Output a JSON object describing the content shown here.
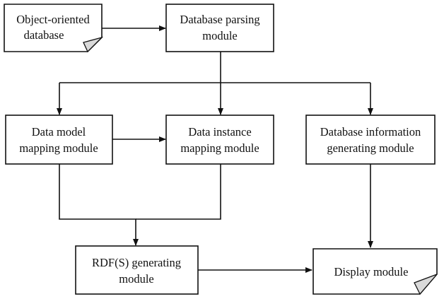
{
  "diagram": {
    "nodes": {
      "object_db": {
        "line1": "Object-oriented",
        "line2": "database"
      },
      "db_parsing": {
        "line1": "Database parsing",
        "line2": "module"
      },
      "data_model_mapping": {
        "line1": "Data model",
        "line2": "mapping module"
      },
      "data_instance_mapping": {
        "line1": "Data instance",
        "line2": "mapping module"
      },
      "db_info_generating": {
        "line1": "Database information",
        "line2": "generating module"
      },
      "rdfs_generating": {
        "line1": "RDF(S) generating",
        "line2": "module"
      },
      "display": {
        "line1": "Display module"
      }
    },
    "edges": [
      {
        "from": "object_db",
        "to": "db_parsing"
      },
      {
        "from": "db_parsing",
        "to": "data_model_mapping"
      },
      {
        "from": "db_parsing",
        "to": "data_instance_mapping"
      },
      {
        "from": "db_parsing",
        "to": "db_info_generating"
      },
      {
        "from": "data_model_mapping",
        "to": "data_instance_mapping"
      },
      {
        "from": "data_model_mapping",
        "to": "rdfs_generating"
      },
      {
        "from": "data_instance_mapping",
        "to": "rdfs_generating"
      },
      {
        "from": "db_info_generating",
        "to": "display"
      },
      {
        "from": "rdfs_generating",
        "to": "display"
      }
    ]
  }
}
